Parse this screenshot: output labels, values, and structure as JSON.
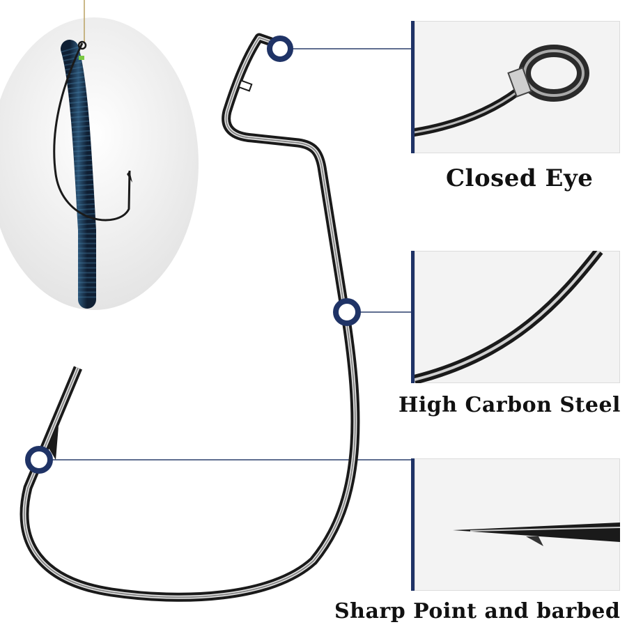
{
  "labels": {
    "closed_eye": "Closed Eye",
    "high_carbon_steel": "High Carbon Steel",
    "sharp_point": "Sharp Point and barbed"
  },
  "colors": {
    "marker_blue": "#1f3366",
    "hook_black": "#1a1a1a",
    "worm_blue": "#1d3550"
  },
  "icons": [
    "marker-dot-icon",
    "hook-illustration",
    "worm-bait-illustration"
  ]
}
